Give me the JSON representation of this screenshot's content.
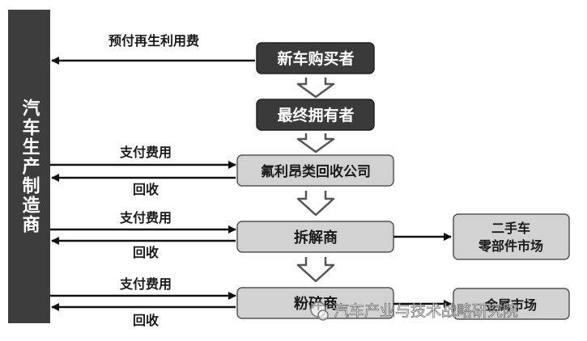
{
  "manufacturer": "汽车生产制造商",
  "nodes": {
    "new_buyer": "新车购买者",
    "final_owner": "最终拥有者",
    "freon_recycler": "氟利昂类回收公司",
    "dismantler": "拆解商",
    "shredder": "粉碎商",
    "used_parts_market_line1": "二手车",
    "used_parts_market_line2": "零部件市场",
    "metal_market": "金属市场"
  },
  "edge_labels": {
    "prepay_recycling_fee": "预付再生利用费",
    "pay_fee_1": "支付费用",
    "recycle_1": "回收",
    "pay_fee_2": "支付费用",
    "recycle_2": "回收",
    "pay_fee_3": "支付费用",
    "recycle_3": "回收"
  },
  "watermark": "汽车产业与技术战略研究院",
  "colors": {
    "manufacturer_bar": "#3d3d3d",
    "dark_box": "#3a3a3a",
    "light_box": "#d2d2d2"
  }
}
